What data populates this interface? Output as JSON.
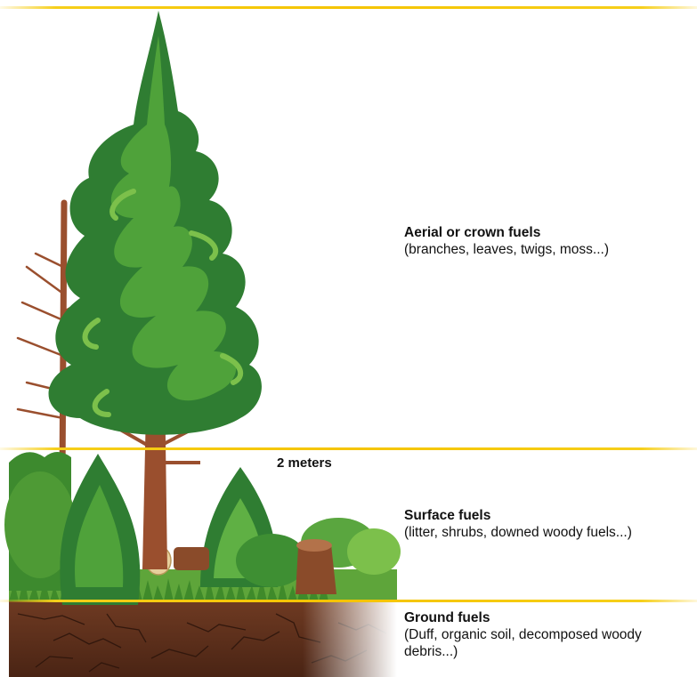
{
  "layers": {
    "aerial": {
      "title": "Aerial or crown fuels",
      "description": "(branches, leaves, twigs, moss...)"
    },
    "surface": {
      "title": "Surface fuels",
      "description": "(litter, shrubs, downed woody fuels...)"
    },
    "ground": {
      "title": "Ground fuels",
      "description_line1": "(Duff, organic soil, decomposed woody",
      "description_line2": "debris...)"
    }
  },
  "height_marker": "2 meters",
  "colors": {
    "divider": "#f5c400",
    "foliage_dark": "#2f7d32",
    "foliage_light": "#7cc04b",
    "trunk": "#8a4b2a",
    "soil": "#5a2e1b"
  }
}
